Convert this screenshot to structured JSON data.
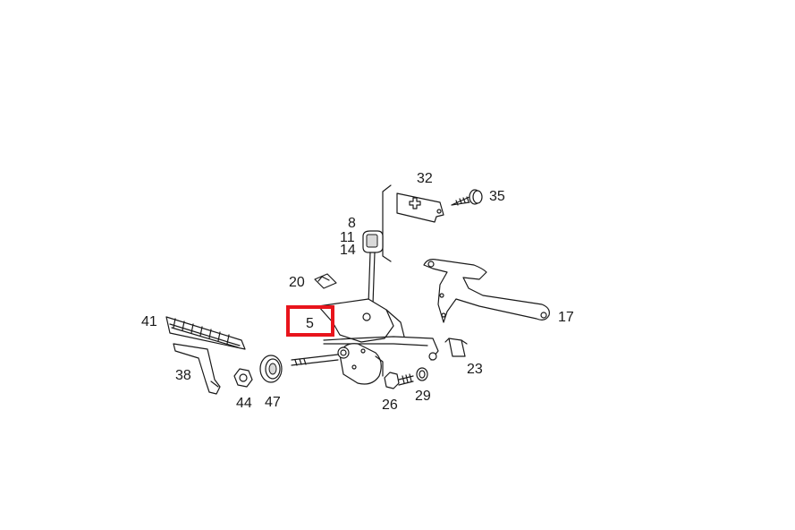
{
  "highlight_color": "#e8141c",
  "labels": {
    "p32": "32",
    "p35": "35",
    "p8": "8",
    "p11": "11",
    "p14": "14",
    "p20": "20",
    "p5": "5",
    "p41": "41",
    "p17": "17",
    "p23": "23",
    "p38": "38",
    "p44": "44",
    "p47": "47",
    "p26": "26",
    "p29": "29"
  },
  "highlighted_part": "5"
}
